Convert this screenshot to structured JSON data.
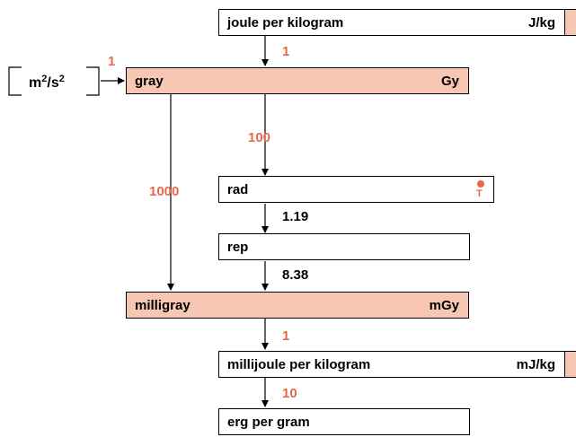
{
  "units": {
    "joule_per_kilogram": {
      "name": "joule per kilogram",
      "symbol": "J/kg"
    },
    "gray": {
      "name": "gray",
      "symbol": "Gy"
    },
    "rad": {
      "name": "rad",
      "symbol": ""
    },
    "rep": {
      "name": "rep",
      "symbol": ""
    },
    "milligray": {
      "name": "milligray",
      "symbol": "mGy"
    },
    "millijoule_per_kilogram": {
      "name": "millijoule per kilogram",
      "symbol": "mJ/kg"
    },
    "erg_per_gram": {
      "name": "erg per gram",
      "symbol": ""
    }
  },
  "dimension": {
    "base": "m",
    "base_exp": "2",
    "slash": "/",
    "denom": "s",
    "denom_exp": "2",
    "factor": "1"
  },
  "factors": {
    "jkg_to_gray": "1",
    "gray_to_rad": "100",
    "gray_to_milligray": "1000",
    "rad_to_rep": "1.19",
    "rep_to_milligray": "8.38",
    "milligray_to_mjkg": "1",
    "mjkg_to_erg": "10"
  },
  "badges": {
    "rad_temp": "T"
  },
  "colors": {
    "si_fill": "#f8c7b4",
    "exact_factor": "#e8674a",
    "approx_factor": "#000000",
    "line": "#000000"
  }
}
